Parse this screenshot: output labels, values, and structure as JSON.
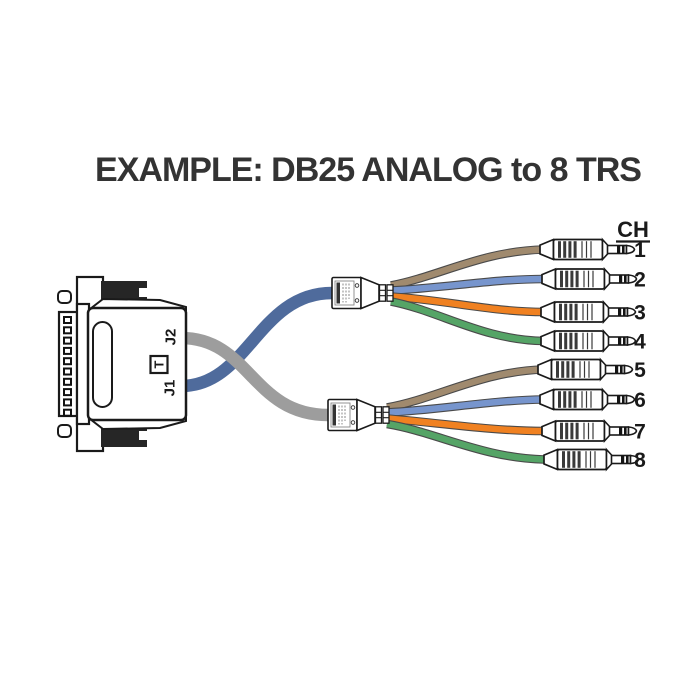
{
  "title": "EXAMPLE: DB25 ANALOG to 8 TRS",
  "db25_connector": {
    "top_label": "J2",
    "center_label": "T",
    "bottom_label": "J1"
  },
  "channel_column": {
    "header": "CH"
  },
  "channels": [
    {
      "num": "1",
      "color": "#a08a6e"
    },
    {
      "num": "2",
      "color": "#7795cd"
    },
    {
      "num": "3",
      "color": "#f08121"
    },
    {
      "num": "4",
      "color": "#55a466"
    },
    {
      "num": "5",
      "color": "#a08a6e"
    },
    {
      "num": "6",
      "color": "#7795cd"
    },
    {
      "num": "7",
      "color": "#f08121"
    },
    {
      "num": "8",
      "color": "#55a466"
    }
  ],
  "cables": {
    "blue_cable_color": "#4f6b9c",
    "gray_cable_color": "#9d9d9d"
  },
  "colors": {
    "outline": "#1a1a1a",
    "wire_edge": "#4a4a4a",
    "title_color": "#333333"
  }
}
